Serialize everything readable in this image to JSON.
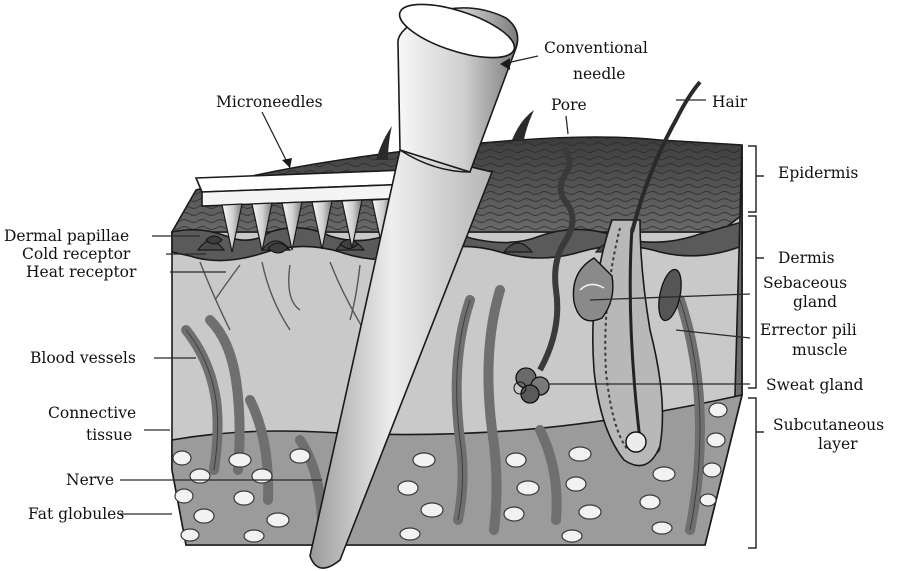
{
  "labels": {
    "microneedles": "Microneedles",
    "conventional_needle": [
      "Conventional",
      "needle"
    ],
    "pore": "Pore",
    "hair": "Hair",
    "epidermis": "Epidermis",
    "dermis": "Dermis",
    "sebaceous_gland": [
      "Sebaceous",
      "gland"
    ],
    "errector_pili_muscle": [
      "Errector pili",
      "muscle"
    ],
    "sweat_gland": "Sweat gland",
    "subcutaneous_layer": [
      "Subcutaneous",
      "layer"
    ],
    "dermal_papillae": "Dermal papillae",
    "cold_receptor": "Cold receptor",
    "heat_receptor": "Heat receptor",
    "blood_vessels": "Blood vessels",
    "connective_tissue": [
      "Connective",
      "tissue"
    ],
    "nerve": "Nerve",
    "fat_globules": "Fat globules"
  },
  "colors": {
    "epidermis": "#5c5c5c",
    "dermis": "#c8c8c8",
    "subcutaneous": "#9a9a9a",
    "fat_globule": "#f2f2f2",
    "vessel": "#6f6f6f",
    "needle_light": "#f7f7f7",
    "needle_dark": "#8a8a8a"
  }
}
